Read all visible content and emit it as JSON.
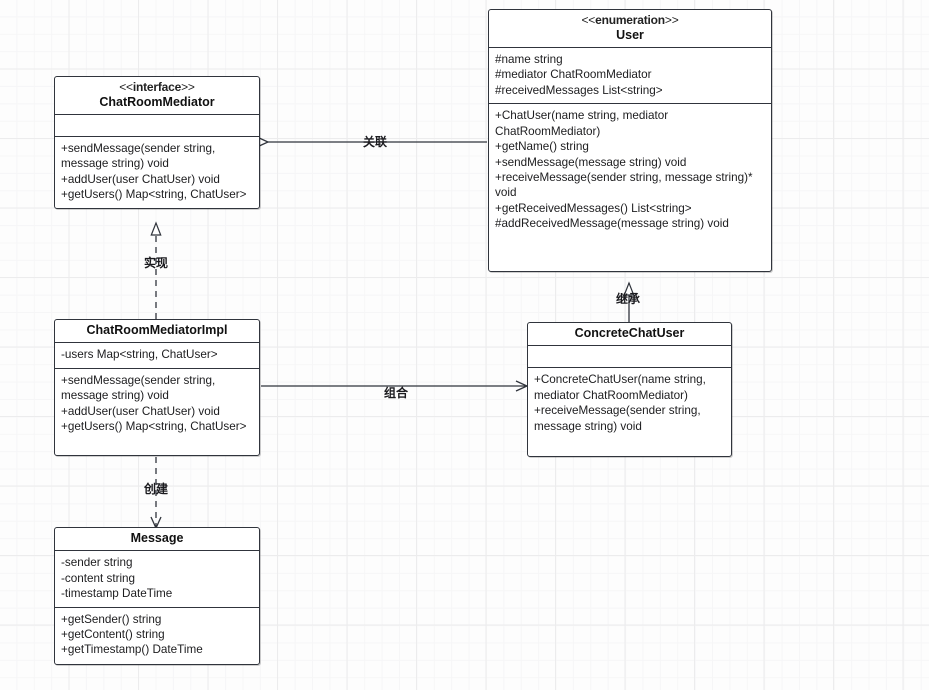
{
  "diagram": {
    "type": "uml-class-diagram",
    "title": "",
    "line_color": "#30343c",
    "box_fill": "#ffffff",
    "background": "#fdfdfd"
  },
  "classes": [
    {
      "id": "user",
      "stereotype": "<<enumeration>>",
      "name": "User",
      "attributes": "#name string\n#mediator ChatRoomMediator\n#receivedMessages List<string>",
      "methods": "+ChatUser(name string, mediator ChatRoomMediator)\n+getName() string\n+sendMessage(message string) void\n+receiveMessage(sender string, message string)* void\n+getReceivedMessages() List<string>\n#addReceivedMessage(message string) void"
    },
    {
      "id": "chatroommediator",
      "stereotype": "<<interface>>",
      "name": "ChatRoomMediator",
      "attributes": "",
      "methods": "+sendMessage(sender string, message string) void\n+addUser(user ChatUser) void\n+getUsers() Map<string, ChatUser>"
    },
    {
      "id": "chatroommediatorimpl",
      "stereotype": "",
      "name": "ChatRoomMediatorImpl",
      "attributes": "-users Map<string, ChatUser>",
      "methods": "+sendMessage(sender string, message string) void\n+addUser(user ChatUser) void\n+getUsers() Map<string, ChatUser>"
    },
    {
      "id": "concretechatuser",
      "stereotype": "",
      "name": "ConcreteChatUser",
      "attributes": "",
      "methods": "+ConcreteChatUser(name string, mediator ChatRoomMediator)\n+receiveMessage(sender string, message string) void"
    },
    {
      "id": "message",
      "stereotype": "",
      "name": "Message",
      "attributes": "-sender string\n-content string\n-timestamp DateTime",
      "methods": "+getSender() string\n+getContent() string\n+getTimestamp() DateTime"
    }
  ],
  "relations": [
    {
      "id": "assoc",
      "label": "关联",
      "from": "user",
      "to": "chatroommediator",
      "style": "solid",
      "arrow": "open"
    },
    {
      "id": "realize",
      "label": "实现",
      "from": "chatroommediatorimpl",
      "to": "chatroommediator",
      "style": "dashed",
      "arrow": "hollow-triangle"
    },
    {
      "id": "inherit",
      "label": "继承",
      "from": "concretechatuser",
      "to": "user",
      "style": "solid",
      "arrow": "hollow-triangle"
    },
    {
      "id": "compose",
      "label": "组合",
      "from": "chatroommediatorimpl",
      "to": "concretechatuser",
      "style": "solid",
      "arrow": "open"
    },
    {
      "id": "create",
      "label": "创建",
      "from": "chatroommediatorimpl",
      "to": "message",
      "style": "dashed",
      "arrow": "open"
    }
  ]
}
